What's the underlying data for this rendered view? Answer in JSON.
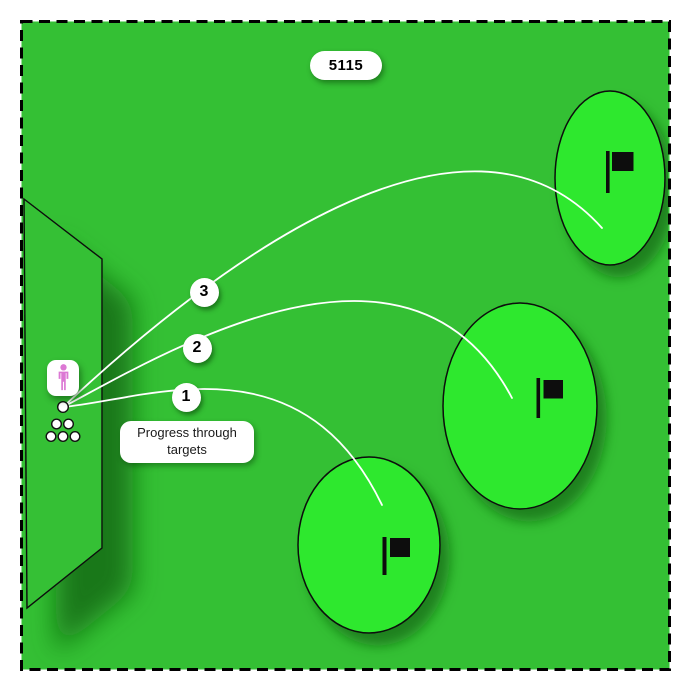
{
  "diagram": {
    "badge_label": "5115",
    "caption_line1": "Progress through",
    "caption_line2": "targets",
    "steps": [
      {
        "label": "1"
      },
      {
        "label": "2"
      },
      {
        "label": "3"
      }
    ],
    "icons": {
      "person": "person-icon",
      "flag": "flag-icon",
      "start_dot": "start-point-dot",
      "ball_cluster": "ball-dots"
    },
    "colors": {
      "field_green": "#34C034",
      "target_green": "#2EE82E",
      "shadow_green": "#0B5E0B",
      "person_pink": "#DC78D4",
      "trajectory_white": "#FFFFFF",
      "outline_black": "#000000"
    }
  }
}
